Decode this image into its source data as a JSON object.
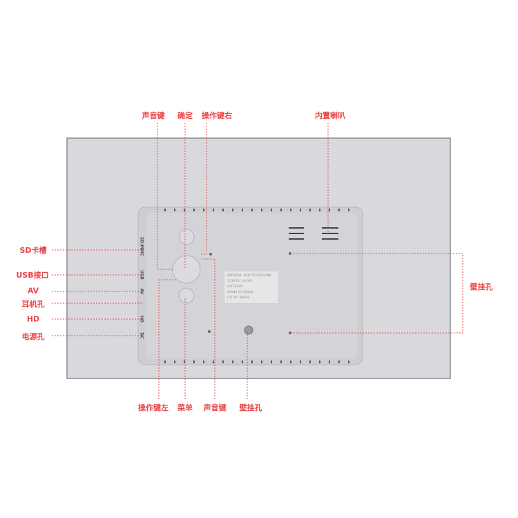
{
  "top_labels": {
    "volume_key": "声音键",
    "confirm": "确定",
    "nav_right": "操作键右",
    "speaker": "内置喇叭"
  },
  "bottom_labels": {
    "nav_left": "操作键左",
    "menu": "菜单",
    "volume_key": "声音键",
    "wall_hole": "壁挂孔"
  },
  "right_labels": {
    "wall_hole": "壁挂孔"
  },
  "left_labels": {
    "sd": "SD卡槽",
    "usb": "USB接口",
    "av": "AV",
    "earphone": "耳机孔",
    "hd": "HD",
    "power": "电源孔"
  },
  "port_marks": {
    "sd": "SD/MMC",
    "usb": "USB",
    "av": "AV",
    "hd": "HD",
    "dc": "DC"
  },
  "plate": {
    "line1": "DIGITAL PHOTO FRAME",
    "line2": "12V/1V 1A-3A",
    "line3": "EXTERN",
    "line4": "Made in China",
    "line5": "CE FC RoHS"
  },
  "colors": {
    "callout": "#e8474a",
    "panel": "#d8d8dc",
    "inner": "#cfcfd4"
  }
}
